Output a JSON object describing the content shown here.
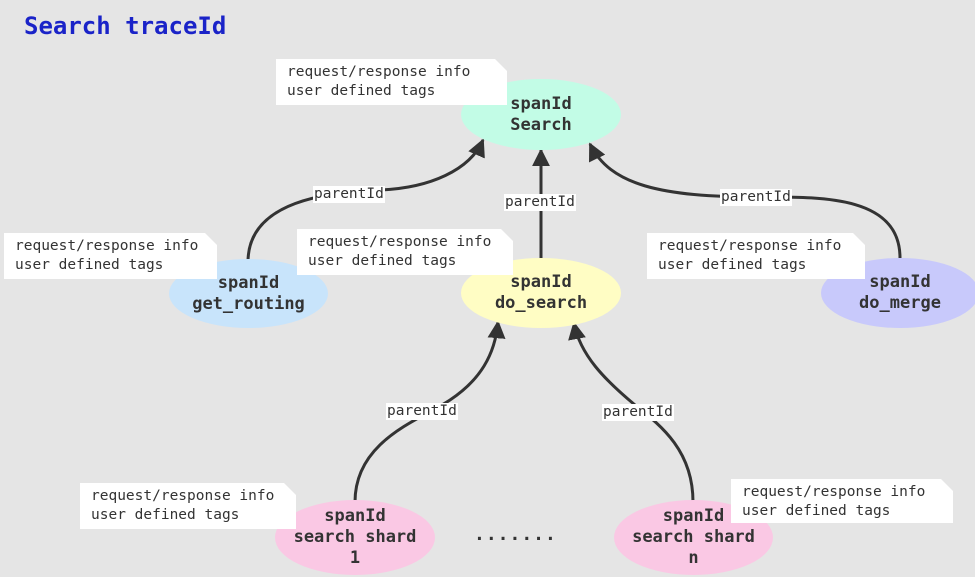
{
  "title": "Search traceId",
  "nodes": {
    "search": {
      "line1": "spanId",
      "line2": "Search",
      "color": "#c2fce6"
    },
    "get_routing": {
      "line1": "spanId",
      "line2": "get_routing",
      "color": "#c8e4fb"
    },
    "do_search": {
      "line1": "spanId",
      "line2": "do_search",
      "color": "#fffdc4"
    },
    "do_merge": {
      "line1": "spanId",
      "line2": "do_merge",
      "color": "#c8c9fb"
    },
    "shard_1": {
      "line1": "spanId",
      "line2": "search shard",
      "line3": "1",
      "color": "#fac8e4"
    },
    "shard_n": {
      "line1": "spanId",
      "line2": "search shard",
      "line3": "n",
      "color": "#fac8e4"
    }
  },
  "note": {
    "line1": "request/response info",
    "line2": "user defined tags"
  },
  "edge_label": "parentId",
  "ellipsis": ".......",
  "colors": {
    "title": "#1a23c8",
    "background": "#e5e5e5",
    "arrow": "#333333"
  }
}
